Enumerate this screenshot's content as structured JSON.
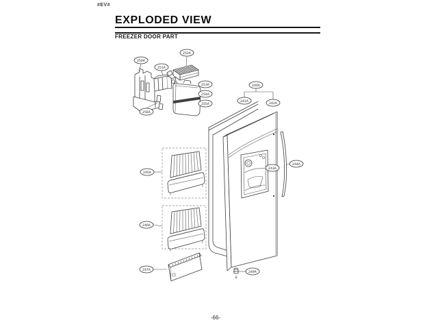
{
  "page": {
    "doc_code": "#EV#",
    "title": "EXPLODED VIEW",
    "subtitle": "FREEZER DOOR PART",
    "page_number": "-66-"
  },
  "diagram": {
    "description": "Exploded view parts diagram of a refrigerator freezer door: ice maker assembly cluster (top left), door gasket, door foam assembly with dispenser recess, door handle, two tilt-out wire baskets in dashed boxes, lower door bin, and fastener cap",
    "callouts": [
      {
        "label": "250A",
        "part": "ice-maker-bracket"
      },
      {
        "label": "251A",
        "part": "ice-maker-unit"
      },
      {
        "label": "252A",
        "part": "ice-cube-tray"
      },
      {
        "label": "253A",
        "part": "ice-bin-cover"
      },
      {
        "label": "254A",
        "part": "ice-bin-body"
      },
      {
        "label": "255A",
        "part": "ice-bin-front"
      },
      {
        "label": "256A",
        "part": "ice-maker-fittings"
      },
      {
        "label": "240A",
        "part": "door-assembly"
      },
      {
        "label": "241A",
        "part": "door-gasket"
      },
      {
        "label": "242A",
        "part": "door-foam-assembly"
      },
      {
        "label": "243A",
        "part": "dispenser-recess"
      },
      {
        "label": "244A",
        "part": "door-handle"
      },
      {
        "label": "245A",
        "part": "upper-wire-basket"
      },
      {
        "label": "246A",
        "part": "lower-wire-basket"
      },
      {
        "label": "247A",
        "part": "door-bin"
      },
      {
        "label": "249A",
        "part": "door-cap"
      }
    ]
  }
}
